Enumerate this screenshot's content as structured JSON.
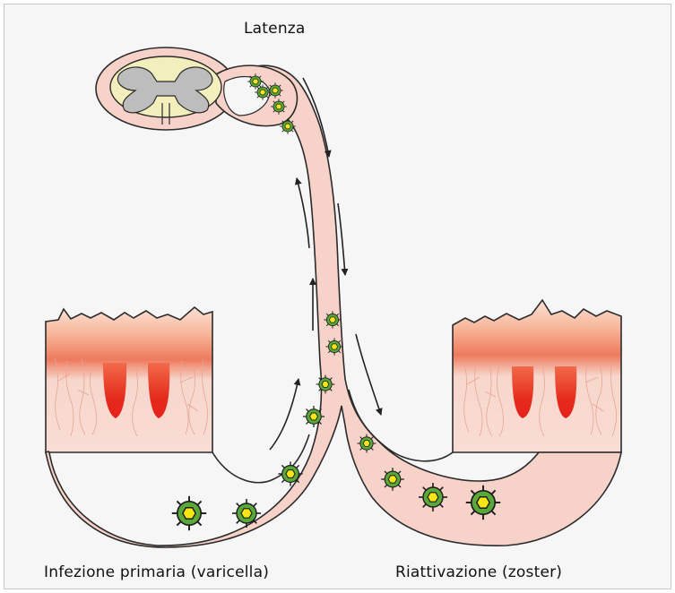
{
  "labels": {
    "latency": "Latenza",
    "primary_infection": "Infezione primaria (varicella)",
    "reactivation": "Riattivazione (zoster)"
  },
  "colors": {
    "background": "#f6f6f6",
    "nerve_fill": "#f7d2c8",
    "nerve_stroke": "#2b2b2b",
    "grey_matter": "#bdbdbd",
    "white_matter": "#f3efbd",
    "skin_top": "#f4b9a0",
    "skin_deep": "#e8341f",
    "virus_ring": "#5aa83a",
    "virus_core": "#f5e614",
    "arrow": "#222222"
  },
  "icons": {
    "virus": "virus-particle-icon",
    "arrow": "arrow-icon"
  }
}
